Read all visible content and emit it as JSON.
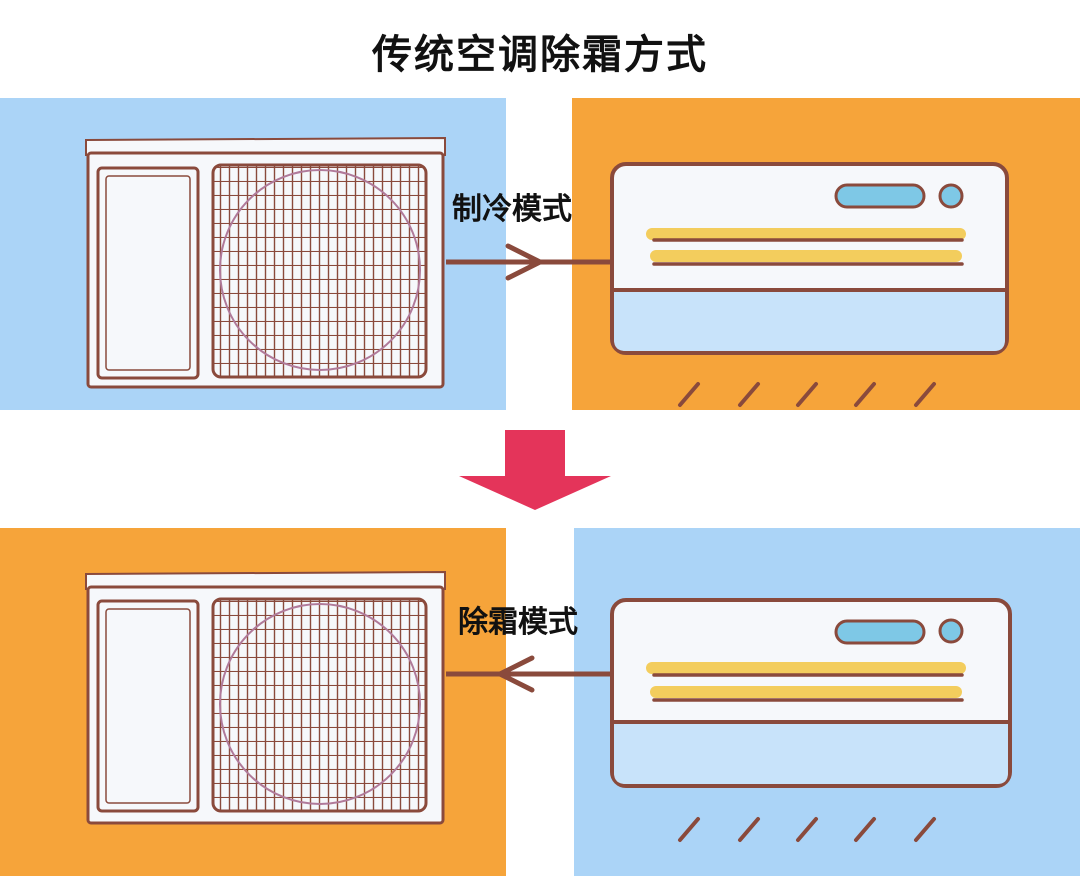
{
  "title": "传统空调除霜方式",
  "colors": {
    "cold_panel": "#abd4f7",
    "warm_panel": "#f6a43a",
    "unit_body": "#f6f8fb",
    "unit_outline": "#8a4a3c",
    "indoor_lower": "#c8e3fa",
    "louver_stripe": "#f3cd5d",
    "indicator": "#7ec8e6",
    "arrow": "#8a4a3c",
    "transition_arrow": "#e4345a"
  },
  "scenes": [
    {
      "mode_label": "制冷模式",
      "arrow_direction": "outdoor-to-indoor",
      "outdoor_panel": "cold",
      "indoor_panel": "warm"
    },
    {
      "mode_label": "除霜模式",
      "arrow_direction": "indoor-to-outdoor",
      "outdoor_panel": "warm",
      "indoor_panel": "cold"
    }
  ],
  "icons": {
    "transition": "down-arrow-icon"
  }
}
